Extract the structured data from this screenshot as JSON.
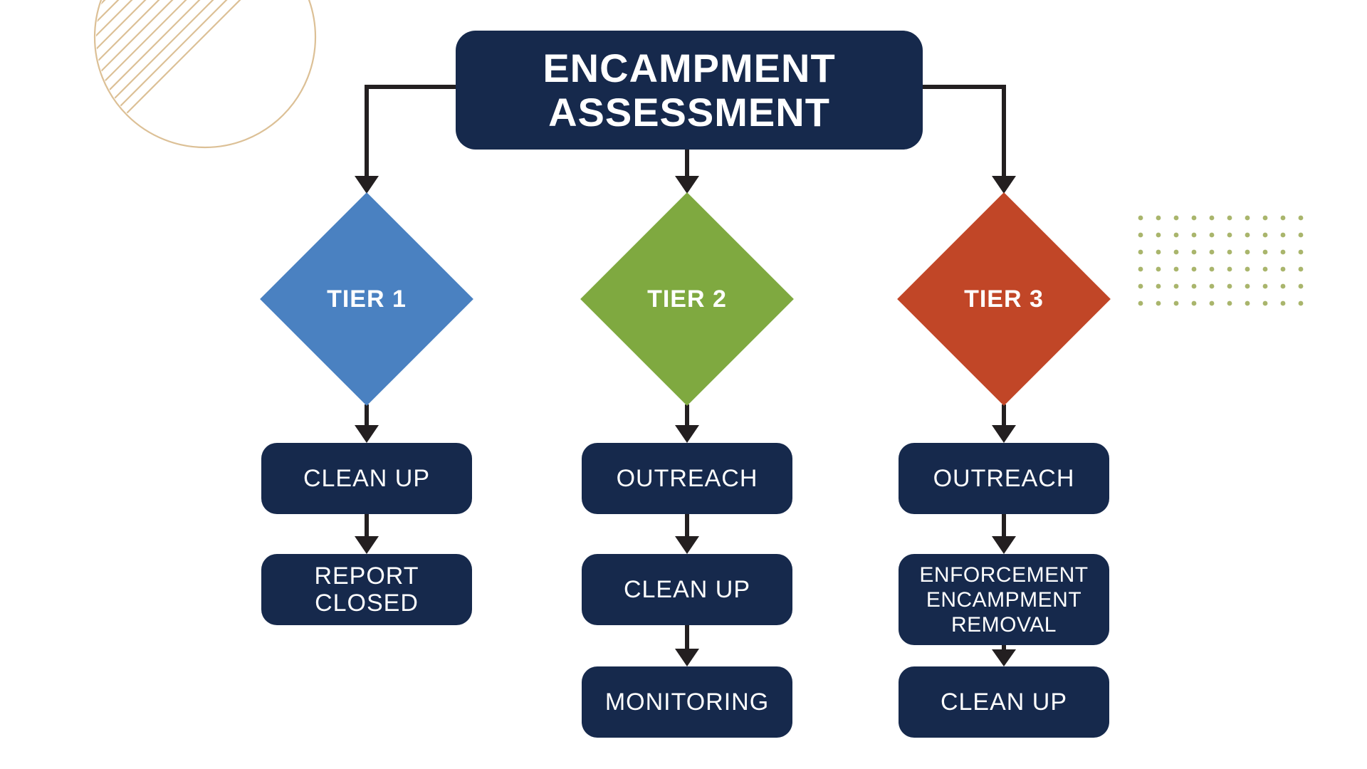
{
  "colors": {
    "background": "#ffffff",
    "node": "#16294c",
    "arrow": "#231f20",
    "text": "#ffffff",
    "circle_stripes": "#dcc096",
    "dot_grid": "#a9b56c"
  },
  "title": {
    "lines": [
      "ENCAMPMENT",
      "ASSESSMENT"
    ]
  },
  "columns": [
    {
      "tier": "TIER 1",
      "color": "#4a81c1",
      "steps": [
        {
          "lines": [
            "CLEAN UP"
          ]
        },
        {
          "lines": [
            "REPORT",
            "CLOSED"
          ]
        }
      ]
    },
    {
      "tier": "TIER 2",
      "color": "#7fa940",
      "steps": [
        {
          "lines": [
            "OUTREACH"
          ]
        },
        {
          "lines": [
            "CLEAN UP"
          ]
        },
        {
          "lines": [
            "MONITORING"
          ]
        }
      ]
    },
    {
      "tier": "TIER 3",
      "color": "#c14627",
      "steps": [
        {
          "lines": [
            "OUTREACH"
          ]
        },
        {
          "lines": [
            "ENFORCEMENT",
            "ENCAMPMENT",
            "REMOVAL"
          ]
        },
        {
          "lines": [
            "CLEAN UP"
          ]
        }
      ]
    }
  ],
  "decorations": {
    "top_left": "striped-circle",
    "middle_right": "dot-grid"
  }
}
